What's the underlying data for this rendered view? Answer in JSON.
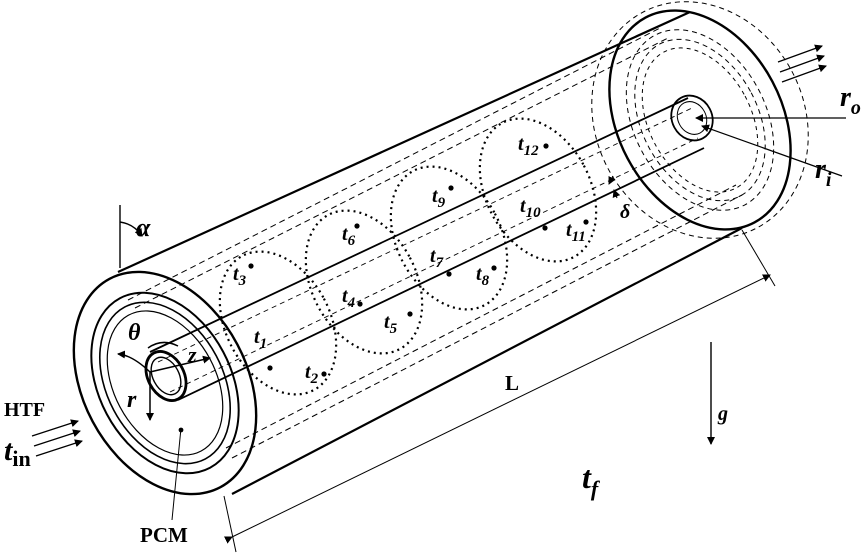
{
  "labels": {
    "htf": "HTF",
    "t_in_main": "t",
    "t_in_sub": "in",
    "pcm": "PCM",
    "r": "r",
    "theta": "θ",
    "z": "z",
    "alpha": "α",
    "length": "L",
    "gravity": "g",
    "t_f_main": "t",
    "t_f_sub": "f",
    "r_o_main": "r",
    "r_o_sub": "o",
    "r_i_main": "r",
    "r_i_sub": "i",
    "delta": "δ"
  },
  "thermocouples": [
    {
      "main": "t",
      "sub": "1"
    },
    {
      "main": "t",
      "sub": "2"
    },
    {
      "main": "t",
      "sub": "3"
    },
    {
      "main": "t",
      "sub": "4"
    },
    {
      "main": "t",
      "sub": "5"
    },
    {
      "main": "t",
      "sub": "6"
    },
    {
      "main": "t",
      "sub": "7"
    },
    {
      "main": "t",
      "sub": "8"
    },
    {
      "main": "t",
      "sub": "9"
    },
    {
      "main": "t",
      "sub": "10"
    },
    {
      "main": "t",
      "sub": "11"
    },
    {
      "main": "t",
      "sub": "12"
    }
  ]
}
